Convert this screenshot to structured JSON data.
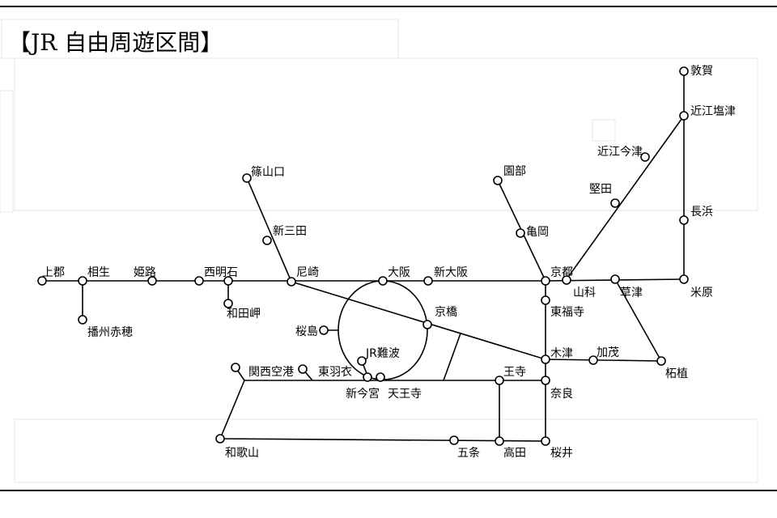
{
  "title": "【JR 自由周遊区間】",
  "stations": {
    "tsuruga": "敦賀",
    "omishiotsu": "近江塩津",
    "omiimazu": "近江今津",
    "katata": "堅田",
    "nagahama": "長浜",
    "maibara": "米原",
    "sasayamaguchi": "篠山口",
    "shinsanda": "新三田",
    "sonobe": "園部",
    "kameoka": "亀岡",
    "kamigori": "上郡",
    "aioi": "相生",
    "himeji": "姫路",
    "nishiakashi": "西明石",
    "amagasaki": "尼崎",
    "osaka": "大阪",
    "shinosaka": "新大阪",
    "kyoto": "京都",
    "yamashina": "山科",
    "kusatsu": "草津",
    "banshuako": "播州赤穂",
    "wadamisaki": "和田岬",
    "higashifukuji": "東福寺",
    "sakurajima": "桜島",
    "kyobashi": "京橋",
    "jrnamba": "JR難波",
    "kizu": "木津",
    "kamo": "加茂",
    "tsuge": "柘植",
    "kansaiairport": "関西空港",
    "higashihagoromo": "東羽衣",
    "oji": "王寺",
    "shinimamiya": "新今宮",
    "tennoji": "天王寺",
    "nara": "奈良",
    "wakayama": "和歌山",
    "gojo": "五条",
    "takada": "高田",
    "sakurai": "桜井"
  }
}
